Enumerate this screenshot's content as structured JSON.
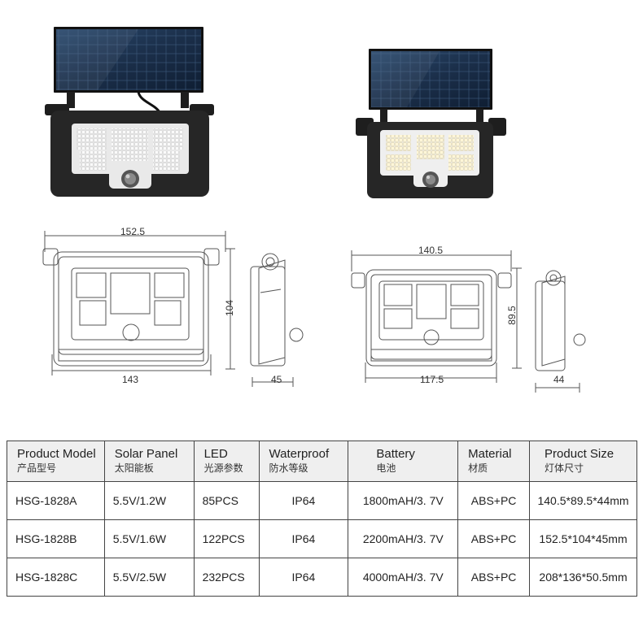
{
  "drawing_large": {
    "width_top": "152.5",
    "height": "104",
    "width_bottom": "143",
    "depth": "45"
  },
  "drawing_small": {
    "width_top": "140.5",
    "height": "89.5",
    "width_bottom": "117.5",
    "depth": "44"
  },
  "table": {
    "headers": [
      {
        "en": "Product Model",
        "cn": "产品型号"
      },
      {
        "en": "Solar Panel",
        "cn": "太阳能板"
      },
      {
        "en": "LED",
        "cn": "光源参数"
      },
      {
        "en": "Waterproof",
        "cn": "防水等级"
      },
      {
        "en": "Battery",
        "cn": "电池"
      },
      {
        "en": "Material",
        "cn": "材质"
      },
      {
        "en": "Product Size",
        "cn": "灯体尺寸"
      }
    ],
    "rows": [
      [
        "HSG-1828A",
        "5.5V/1.2W",
        "85PCS",
        "IP64",
        "1800mAH/3. 7V",
        "ABS+PC",
        "140.5*89.5*44mm"
      ],
      [
        "HSG-1828B",
        "5.5V/1.6W",
        "122PCS",
        "IP64",
        "2200mAH/3. 7V",
        "ABS+PC",
        "152.5*104*45mm"
      ],
      [
        "HSG-1828C",
        "5.5V/2.5W",
        "232PCS",
        "IP64",
        "4000mAH/3. 7V",
        "ABS+PC",
        "208*136*50.5mm"
      ]
    ]
  },
  "colors": {
    "panel": "#1f3550",
    "housing": "#2a2a2a",
    "led": "#f4f4f2",
    "line": "#555555"
  }
}
